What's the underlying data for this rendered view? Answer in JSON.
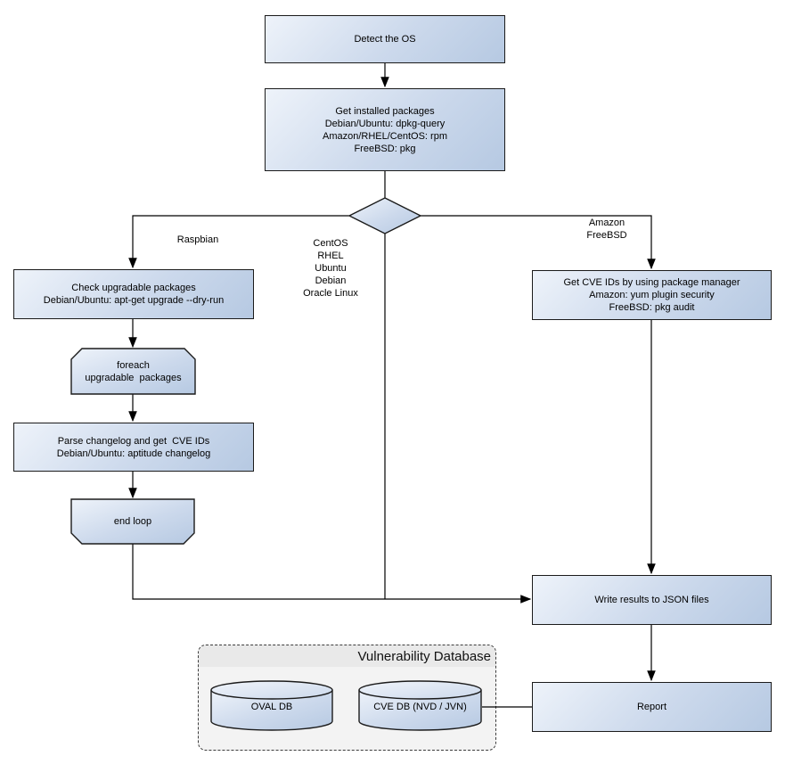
{
  "nodes": {
    "detect_os": {
      "label": "Detect the OS"
    },
    "get_installed_packages": {
      "lines": [
        "Get installed packages",
        "Debian/Ubuntu: dpkg-query",
        "Amazon/RHEL/CentOS: rpm",
        "FreeBSD: pkg"
      ]
    },
    "os_decision": {
      "shape": "decision-diamond"
    },
    "check_upgradable": {
      "lines": [
        "Check upgradable packages",
        "Debian/Ubuntu: apt-get upgrade --dry-run"
      ]
    },
    "foreach_loop_start": {
      "lines": [
        "foreach",
        "upgradable  packages"
      ]
    },
    "parse_changelog": {
      "lines": [
        "Parse changelog and get  CVE IDs",
        "Debian/Ubuntu: aptitude changelog"
      ]
    },
    "end_loop": {
      "label": "end loop"
    },
    "get_cve_ids": {
      "lines": [
        "Get CVE IDs by using package manager",
        "Amazon: yum plugin security",
        "FreeBSD: pkg audit"
      ]
    },
    "write_results": {
      "label": "Write results to JSON files"
    },
    "report": {
      "label": "Report"
    }
  },
  "branch_labels": {
    "left": "Raspbian",
    "middle": [
      "CentOS",
      "RHEL",
      "Ubuntu",
      "Debian",
      "Oracle Linux"
    ],
    "right": [
      "Amazon",
      "FreeBSD"
    ]
  },
  "vulnerability_database": {
    "title": "Vulnerability Database",
    "cylinders": [
      {
        "label": "OVAL DB"
      },
      {
        "label": "CVE DB (NVD / JVN)"
      }
    ]
  },
  "colors": {
    "node_fill_light": "#eef3fa",
    "node_fill_dark": "#b6c9e2",
    "node_border": "#1b1b1b",
    "connector": "#000000",
    "container_fill": "#f3f3f3",
    "container_header_fill": "#e9e9e9",
    "container_border": "#3c3c3c",
    "canvas_background": "#ffffff"
  }
}
